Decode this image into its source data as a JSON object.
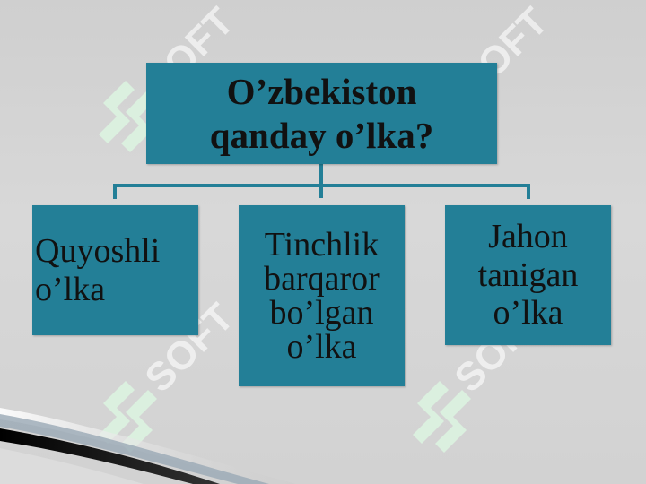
{
  "diagram": {
    "root": {
      "label": "O’zbekiston\nqanday o’lka?"
    },
    "children": [
      {
        "label": "Quyoshli\no’lka"
      },
      {
        "label": "Tinchlik\nbarqaror\nbo’lgan\no’lka"
      },
      {
        "label": "Jahon\ntanigan\no’lka"
      }
    ]
  },
  "colors": {
    "box_fill": "#237f97",
    "connector": "#237f97",
    "background": "#d4d4d4",
    "watermark": "#d9f0e0"
  },
  "watermark": {
    "text": "SOFT",
    "icon": "soft-logo-icon"
  }
}
